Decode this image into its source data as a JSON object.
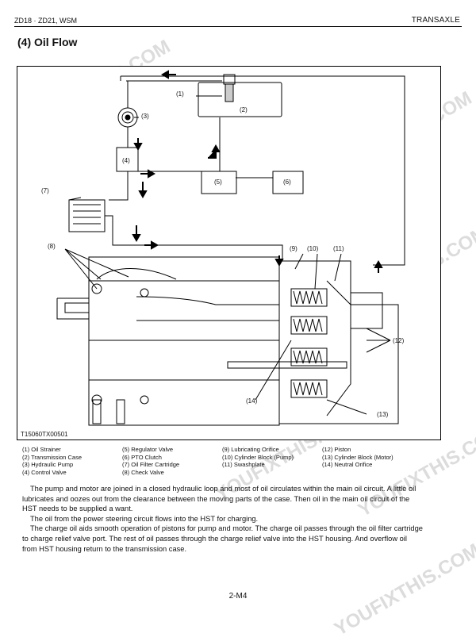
{
  "header": {
    "left": "ZD18 · ZD21, WSM",
    "right": "TRANSAXLE"
  },
  "title": "(4)  Oil Flow",
  "figure": {
    "id_label": "T15060TX00501",
    "callouts": [
      "(1)",
      "(2)",
      "(3)",
      "(4)",
      "(5)",
      "(6)",
      "(7)",
      "(8)",
      "(9)",
      "(10)",
      "(11)",
      "(12)",
      "(13)",
      "(14)"
    ]
  },
  "legend": {
    "col1": [
      "(1)  Oil Strainer",
      "(2)  Transmission Case",
      "(3)  Hydraulic Pump",
      "(4)  Control Valve"
    ],
    "col2": [
      "(5)  Regulator Valve",
      "(6)  PTO Clutch",
      "(7)  Oil Filter Cartridge",
      "(8)  Check Valve"
    ],
    "col3": [
      "(9)  Lubricating Orifice",
      "(10) Cylinder Block (Pump)",
      "(11) Swashplate"
    ],
    "col4": [
      "(12) Piston",
      "(13) Cylinder Block (Motor)",
      "(14) Neutral Orifice"
    ]
  },
  "body": [
    "The pump and motor are joined in a closed hydraulic loop and most of oil circulates within the main oil circuit.  A little oil lubricates and oozes out from the clearance between the moving parts of the case.  Then oil in the main oil circuit of the HST needs to be supplied a want.",
    "The oil from the power steering circuit flows into the HST for charging.",
    "The charge oil aids smooth operation of pistons for pump and motor.  The charge oil passes through the oil filter cartridge to charge relief valve port.  The rest of oil passes through the charge relief valve into the HST housing.  And overflow oil from HST housing return to the transmission case."
  ],
  "page_number": "2-M4",
  "watermark": "YOUFIXTHIS.COM"
}
